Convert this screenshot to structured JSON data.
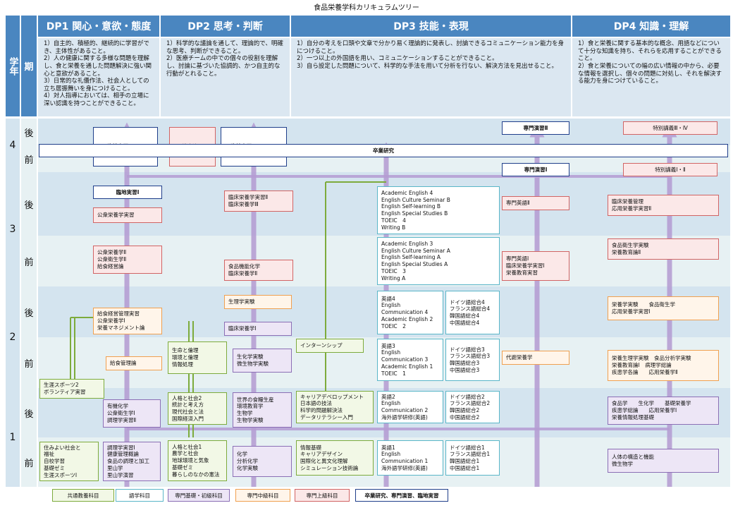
{
  "title": "食品栄養学科カリキュラムツリー",
  "side": {
    "year_label": "学年",
    "term_label": "期"
  },
  "years": [
    "4",
    "3",
    "2",
    "1"
  ],
  "terms": {
    "late": "後",
    "early": "前"
  },
  "dp_headers": [
    "DP1 関心・意欲・態度",
    "DP2 思考・判断",
    "DP3 技能・表現",
    "DP4 知識・理解"
  ],
  "dp_desc": [
    "1）自主的、積極的、継続的に学習ができ、主体性があること。\n2）人の健康に関する多様な問題を理解し、食と栄養を通した問題解決に強い関心と意欲があること。\n3）日常的な礼儀作法、社会人としての立ち居振舞いを身につけること。\n4）対人指導においては、相手の立場に深い認識を持つことができること。",
    "1）科学的な議論を通して、理論的で、明確な思考、判断ができること。\n2）医療チームの中での個々の役割を理解し、討論に基づいた協調的、かつ自主的な行動がとれること。",
    "1）自分の考えを口頭や文章で分かり易く理論的に発表し、討論できるコミュニケーション能力を身につけること。\n2）一つ以上の外国語を用い、コミュニケーションすることができること。\n3）自ら設定した問題について、科学的な手法を用いて分析を行ない、解決方法を見出せること。",
    "1）食と栄養に関する基本的な概念、用語などについて十分な知識を持ち、それらを応用することができること。\n2）食と栄養についての幅の広い情報の中から、必要な情報を選択し、個々の問題に対処し、それを解決する能力を身につけていること。"
  ],
  "courses": {
    "c_y4_rinchi45": "臨地実習Ⅳ・Ⅴ",
    "c_y4_sogo": "総合演習",
    "c_y4_rinchi236": "臨地実習Ⅱ・Ⅲ・Ⅵ",
    "c_y4_sotsugyo": "卒業研究",
    "c_y4_senmon2": "専門演習Ⅱ",
    "c_y4_senmon1": "専門演習Ⅰ",
    "c_y4_tokubetsu34": "特別講義Ⅲ・Ⅳ",
    "c_y4_tokubetsu12": "特別講義Ⅰ・Ⅱ",
    "c_y3_rinchi1": "臨地実習Ⅰ",
    "c_y3_kouei_jisshu": "公衆栄養学実習",
    "c_y3_kouei2": "公衆栄養学Ⅱ\n公衆衛生学Ⅱ\n給食経営論",
    "c_y3_rinsho_jisshu": "臨床栄養学実習Ⅱ\n臨床栄養学Ⅲ",
    "c_y3_kinou": "食品機能化学\n臨床栄養学Ⅱ",
    "c_y3_english_b": "Academic English 4\nEnglish Culture Seminar B\nEnglish Self-learning B\nEnglish Special Studies B\nTOEIC　4\nWriting B",
    "c_y3_english_a": "Academic English 3\nEnglish Culture Seminar A\nEnglish Self-learning A\nEnglish Special Studies A\nTOEIC　3\nWriting A",
    "c_y3_senmon_eigo2": "専門英語Ⅱ",
    "c_y3_senmon_eigo1": "専門英語Ⅰ\n臨床栄養学実習Ⅰ\n栄養教育実習",
    "c_y3_rinsho_kanri": "臨床栄養管理\n応用栄養学実習Ⅱ",
    "c_y3_shokuhin_eisei": "食品衛生学実験\n栄養教育論Ⅱ",
    "c_y2_kyushoku": "給食経営管理実習\n公衆栄養学Ⅰ\n栄養マネジメント論",
    "c_y2_seiri": "生理学実験",
    "c_y2_rinsho1": "臨床栄養学Ⅰ",
    "c_y2_eigo4": "英語4\nEnglish\nCommunication 4\nAcademic English 2\nTOEIC　2",
    "c_y2_doitsu4": "ドイツ語総合4\nフランス語総合4\n韓国語総合4\n中国語総合4",
    "c_y2_eiyou_jikken": "栄養学実験　　食品衛生学\n応用栄養学実習Ⅰ",
    "c_y2_seimei": "生命と倫理\n環境と倫理\n情報処理",
    "c_y2_kyushoku_ron": "給食管理論",
    "c_y2_seika": "生化学実験\n微生物学実験",
    "c_y2_intern": "インターンシップ",
    "c_y2_eigo3": "英語3\nEnglish\nCommunication 3\nAcademic English 1\nTOEIC　1",
    "c_y2_doitsu3": "ドイツ語総合3\nフランス語総合3\n韓国語総合3\n中国語総合3",
    "c_y2_taisha": "代謝栄養学",
    "c_y2_eiyou_seiri": "栄養生理学実験　食品分析学実験\n栄養教育論Ⅰ　病理学総論\n疾患学各論　　応用栄養学Ⅱ",
    "c_y1_shogai2": "生涯スポーツ2\nボランティア実習",
    "c_y1_yuki": "有機化学\n公衆衛生学Ⅰ\n調理学実習Ⅱ",
    "c_y1_ningen": "人格と社会2\n統計と考え方\n現代社会と法\n国際経済入門",
    "c_y1_sekai": "世界の食糧生産\n環境教育学\n生物学\n生物学実験",
    "c_y1_career": "キャリアデベロップメント\n日本語の技法\n科学的問題解決法\nデータリテラシー入門",
    "c_y1_eigo2": "英語2\nEnglish\nCommunication 2\n海外語学研修(英語)",
    "c_y1_doitsu2": "ドイツ語総合2\nフランス語総合2\n韓国語総合2\n中国語総合2",
    "c_y1_shokuhin": "食品学　　生化学　　基礎栄養学\n疾患学総論　　応用栄養学Ⅰ\n栄養情報処理基礎",
    "c_y1_sumiyoi": "住みよい社会と\n福祉\n自校学習\n基礎ゼミ\n生涯スポーツⅠ",
    "c_y1_chori": "調理学実習Ⅰ\n健康管理概論\n食品の調理と加工\n里山学\n里山学演習",
    "c_y1_ningen1": "人格と社会1\n農学と社会\n地球環境と気象\n基礎ゼミ\n暮らしのなかの憲法",
    "c_y1_kagaku": "化学\n分析化学\n化学実験",
    "c_y1_joho": "情報基礎\nキャリアデザイン\n国際化と異文化理解\nシミュレーション技術論",
    "c_y1_eigo1": "英語1\nEnglish\nCommunication 1\n海外語学研修(英語)",
    "c_y1_doitsu1": "ドイツ語総合1\nフランス語総合1\n韓国語総合1\n中国語総合1",
    "c_y1_jintai": "人体の構造と機能\n微生物学"
  },
  "legend": [
    "共通教養科目",
    "語学科目",
    "専門基礎・初級科目",
    "専門中級科目",
    "専門上級科目",
    "卒業研究、専門演習、臨地実習"
  ],
  "colors": {
    "header": "#4a86c0",
    "green": "#7dab3c",
    "blue": "#5ab6c8",
    "purple": "#8b6fb5",
    "orange": "#f0a050",
    "red": "#d16464",
    "navy": "#1f3e8a"
  }
}
